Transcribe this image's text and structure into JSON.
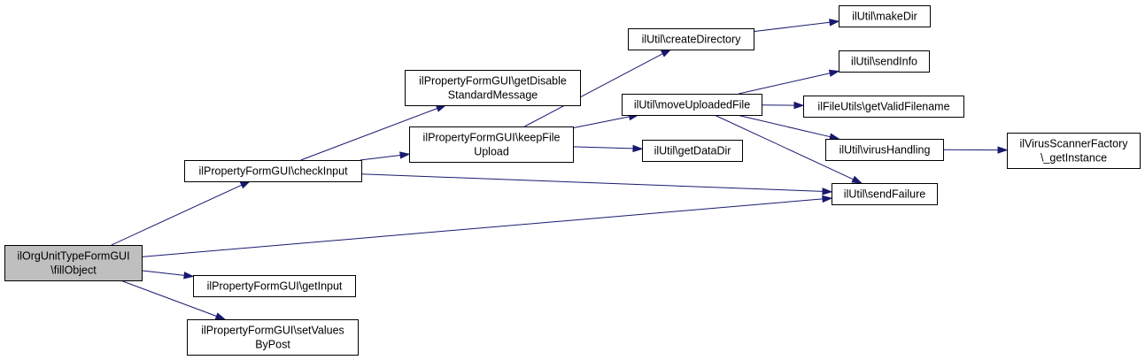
{
  "colors": {
    "edge": "#191970",
    "root_fill": "#bfbfbf",
    "node_fill": "#ffffff",
    "node_border": "#000000"
  },
  "nodes": [
    {
      "id": "fillObject",
      "lines": [
        "ilOrgUnitTypeFormGUI",
        "\\fillObject"
      ],
      "root": true
    },
    {
      "id": "checkInput",
      "lines": [
        "ilPropertyFormGUI\\checkInput"
      ]
    },
    {
      "id": "getInput",
      "lines": [
        "ilPropertyFormGUI\\getInput"
      ]
    },
    {
      "id": "setValuesByPost",
      "lines": [
        "ilPropertyFormGUI\\setValues",
        "ByPost"
      ]
    },
    {
      "id": "getDisableStandardMessage",
      "lines": [
        "ilPropertyFormGUI\\getDisable",
        "StandardMessage"
      ]
    },
    {
      "id": "keepFileUpload",
      "lines": [
        "ilPropertyFormGUI\\keepFile",
        "Upload"
      ]
    },
    {
      "id": "sendFailure",
      "lines": [
        "ilUtil\\sendFailure"
      ]
    },
    {
      "id": "createDirectory",
      "lines": [
        "ilUtil\\createDirectory"
      ]
    },
    {
      "id": "moveUploadedFile",
      "lines": [
        "ilUtil\\moveUploadedFile"
      ]
    },
    {
      "id": "getDataDir",
      "lines": [
        "ilUtil\\getDataDir"
      ]
    },
    {
      "id": "makeDir",
      "lines": [
        "ilUtil\\makeDir"
      ]
    },
    {
      "id": "sendInfo",
      "lines": [
        "ilUtil\\sendInfo"
      ]
    },
    {
      "id": "getValidFilename",
      "lines": [
        "ilFileUtils\\getValidFilename"
      ]
    },
    {
      "id": "virusHandling",
      "lines": [
        "ilUtil\\virusHandling"
      ]
    },
    {
      "id": "getInstance",
      "lines": [
        "ilVirusScannerFactory",
        "\\_getInstance"
      ]
    }
  ],
  "edges": [
    {
      "from": "fillObject",
      "to": "checkInput"
    },
    {
      "from": "fillObject",
      "to": "sendFailure"
    },
    {
      "from": "fillObject",
      "to": "getInput"
    },
    {
      "from": "fillObject",
      "to": "setValuesByPost"
    },
    {
      "from": "checkInput",
      "to": "getDisableStandardMessage"
    },
    {
      "from": "checkInput",
      "to": "keepFileUpload"
    },
    {
      "from": "checkInput",
      "to": "sendFailure"
    },
    {
      "from": "keepFileUpload",
      "to": "createDirectory"
    },
    {
      "from": "keepFileUpload",
      "to": "moveUploadedFile"
    },
    {
      "from": "keepFileUpload",
      "to": "getDataDir"
    },
    {
      "from": "createDirectory",
      "to": "makeDir"
    },
    {
      "from": "moveUploadedFile",
      "to": "sendInfo"
    },
    {
      "from": "moveUploadedFile",
      "to": "getValidFilename"
    },
    {
      "from": "moveUploadedFile",
      "to": "virusHandling"
    },
    {
      "from": "moveUploadedFile",
      "to": "sendFailure"
    },
    {
      "from": "virusHandling",
      "to": "getInstance"
    }
  ]
}
